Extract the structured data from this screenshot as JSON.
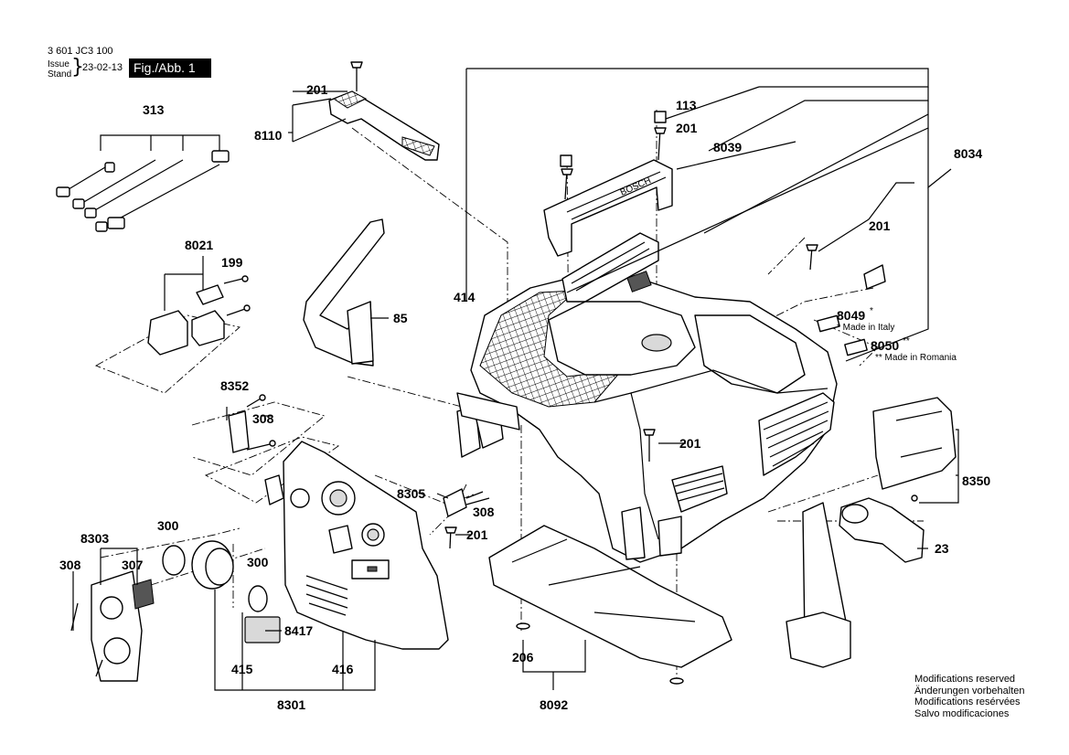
{
  "header": {
    "doc_number": "3 601 JC3 100",
    "issue_label": "Issue",
    "stand_label": "Stand",
    "issue_date": "23-02-13",
    "figure_label": "Fig./Abb. 1"
  },
  "part_labels": {
    "p313": "313",
    "p201_a": "201",
    "p8110": "8110",
    "p8021": "8021",
    "p199": "199",
    "p85": "85",
    "p113": "113",
    "p201_b": "201",
    "p8039": "8039",
    "p8034": "8034",
    "p201_c": "201",
    "p414": "414",
    "p8049": "8049",
    "p8050": "8050",
    "p8352": "8352",
    "p308_a": "308",
    "p201_d": "201",
    "p8305": "8305",
    "p308_b": "308",
    "p201_e": "201",
    "p8350": "8350",
    "p23": "23",
    "p300_a": "300",
    "p8303": "8303",
    "p308_c": "308",
    "p307": "307",
    "p300_b": "300",
    "p8417": "8417",
    "p415": "415",
    "p416": "416",
    "p8301": "8301",
    "p206": "206",
    "p8092": "8092"
  },
  "superscripts": {
    "star": "*",
    "double_star": "**"
  },
  "notes": {
    "made_in_italy": "* Made in Italy",
    "made_in_romania": "** Made in Romania"
  },
  "handle_brand": "BOSCH",
  "footer": {
    "line1": "Modifications reserved",
    "line2": "Änderungen vorbehalten",
    "line3": "Modifications resérvées",
    "line4": "Salvo modificaciones"
  }
}
